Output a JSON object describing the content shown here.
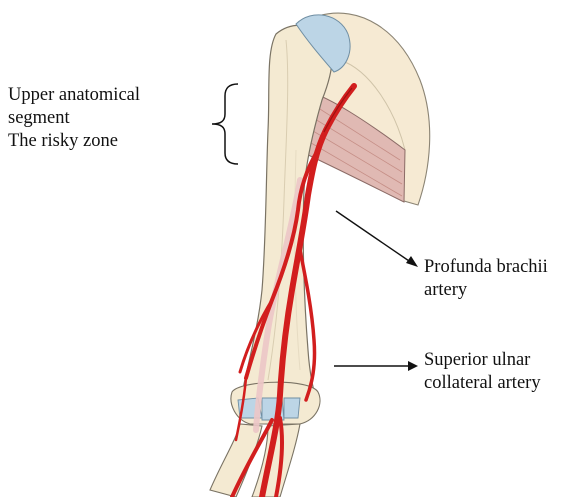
{
  "annotations": {
    "upper_segment": {
      "line1": "Upper anatomical",
      "line2": "segment",
      "line3": "The risky zone"
    },
    "profunda": {
      "line1": "Profunda brachii",
      "line2": "artery"
    },
    "superior_ulnar": {
      "line1": "Superior ulnar",
      "line2": "collateral artery"
    }
  },
  "colors": {
    "bone": "#f4ead2",
    "bone_outline": "#7a7364",
    "cartilage": "#bcd5e6",
    "artery": "#d21e1e",
    "artery_dark": "#9e1212",
    "muscle": "#e0b9b3",
    "scapula": "#f6ead3"
  }
}
